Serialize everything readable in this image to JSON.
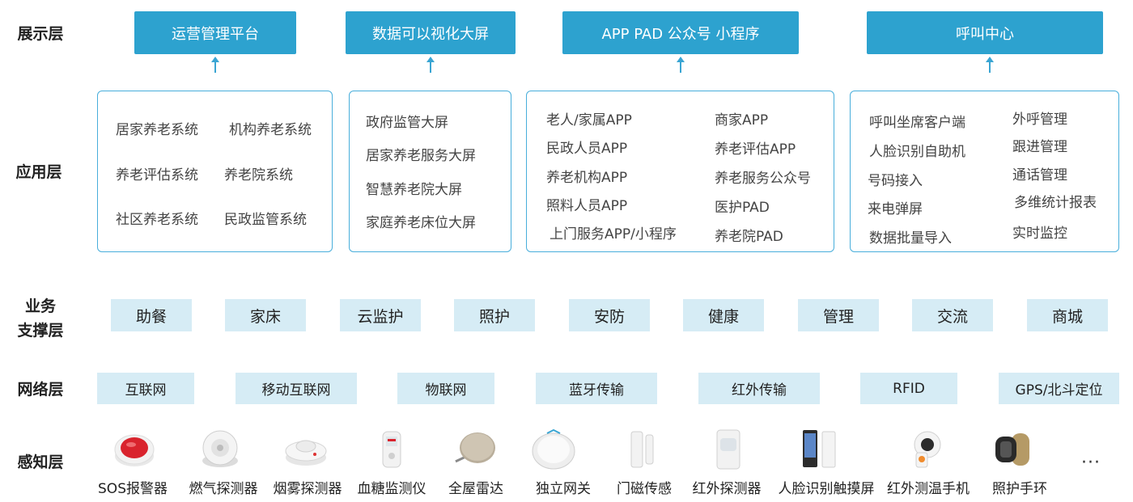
{
  "layers": {
    "display": "展示层",
    "application": "应用层",
    "business": "业务\n支撑层",
    "network": "网络层",
    "perception": "感知层"
  },
  "display_boxes": [
    "运营管理平台",
    "数据可以视化大屏",
    "APP PAD 公众号 小程序",
    "呼叫中心"
  ],
  "app_groups": [
    {
      "items": [
        "居家养老系统",
        "机构养老系统",
        "养老评估系统",
        "养老院系统",
        "社区养老系统",
        "民政监管系统"
      ]
    },
    {
      "items": [
        "政府监管大屏",
        "居家养老服务大屏",
        "智慧养老院大屏",
        "家庭养老床位大屏"
      ]
    },
    {
      "items": [
        "老人/家属APP",
        "商家APP",
        "民政人员APP",
        "养老评估APP",
        "养老机构APP",
        "养老服务公众号",
        "照料人员APP",
        "医护PAD",
        "上门服务APP/小程序",
        "养老院PAD"
      ]
    },
    {
      "items": [
        "呼叫坐席客户端",
        "外呼管理",
        "人脸识别自助机",
        "跟进管理",
        "号码接入",
        "通话管理",
        "来电弹屏",
        "多维统计报表",
        "数据批量导入",
        "实时监控"
      ]
    }
  ],
  "business": [
    "助餐",
    "家床",
    "云监护",
    "照护",
    "安防",
    "健康",
    "管理",
    "交流",
    "商城"
  ],
  "network": [
    "互联网",
    "移动互联网",
    "物联网",
    "蓝牙传输",
    "红外传输",
    "RFID",
    "GPS/北斗定位"
  ],
  "devices": [
    {
      "label": "SOS报警器",
      "icon": "sos-alarm-icon"
    },
    {
      "label": "燃气探测器",
      "icon": "gas-detector-icon"
    },
    {
      "label": "烟雾探测器",
      "icon": "smoke-detector-icon"
    },
    {
      "label": "血糖监测仪",
      "icon": "glucose-meter-icon"
    },
    {
      "label": "全屋雷达",
      "icon": "radar-icon"
    },
    {
      "label": "独立网关",
      "icon": "gateway-icon"
    },
    {
      "label": "门磁传感",
      "icon": "door-sensor-icon"
    },
    {
      "label": "红外探测器",
      "icon": "infrared-detector-icon"
    },
    {
      "label": "人脸识别触摸屏",
      "icon": "face-recognition-screen-icon"
    },
    {
      "label": "红外测温手机",
      "icon": "thermometer-phone-icon"
    },
    {
      "label": "照护手环",
      "icon": "wristband-icon"
    }
  ],
  "ellipsis": "···",
  "colors": {
    "primary": "#2da2cf",
    "light": "#d6ecf5",
    "border": "#48aedb",
    "arrow": "#3aa5d3"
  }
}
